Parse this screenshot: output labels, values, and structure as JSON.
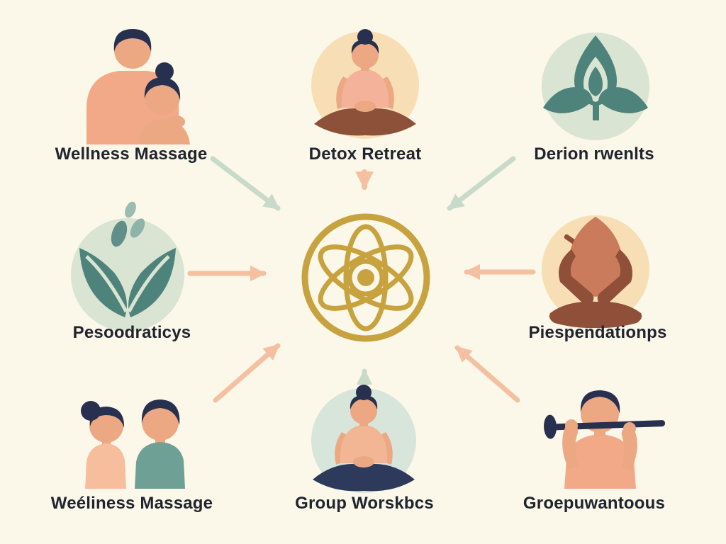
{
  "type": "wellness-services-infographic",
  "center": {
    "icon": "atom-flower-icon",
    "description": "golden atom-lotus emblem in double ring"
  },
  "nodes": [
    {
      "position": "top-left",
      "label": "Wellness Massage",
      "icon": "massage-illustration"
    },
    {
      "position": "top-center",
      "label": "Detox Retreat",
      "icon": "meditating-woman-illustration"
    },
    {
      "position": "top-right",
      "label": "Derion rwenlts",
      "icon": "lotus-flame-icon"
    },
    {
      "position": "middle-left",
      "label": "Pesoodraticys",
      "icon": "plant-leaves-icon"
    },
    {
      "position": "middle-right",
      "label": "Piespendationps",
      "icon": "abstract-meditating-figure-illustration"
    },
    {
      "position": "bottom-left",
      "label": "Weéliness Massage",
      "icon": "couple-facing-illustration"
    },
    {
      "position": "bottom-center",
      "label": "Group Worskbcs",
      "icon": "meditating-woman-illustration"
    },
    {
      "position": "bottom-right",
      "label": "Groepuwantoous",
      "icon": "man-with-shoulder-bar-illustration"
    }
  ],
  "arrows": [
    {
      "from": "top-left",
      "to": "center",
      "color_name": "sage"
    },
    {
      "from": "top-center",
      "to": "center",
      "color_name": "salmon"
    },
    {
      "from": "top-right",
      "to": "center",
      "color_name": "sage"
    },
    {
      "from": "middle-left",
      "to": "center",
      "color_name": "salmon"
    },
    {
      "from": "middle-right",
      "to": "center",
      "color_name": "salmon"
    },
    {
      "from": "bottom-left",
      "to": "center",
      "color_name": "salmon"
    },
    {
      "from": "bottom-center",
      "to": "center",
      "color_name": "sage"
    },
    {
      "from": "bottom-right",
      "to": "center",
      "color_name": "salmon"
    }
  ],
  "colors": {
    "bg": "#FBF7E9",
    "ink": "#20242E",
    "gold": "#C7A23F",
    "salmon-arrow": "#F5C0A0",
    "sage-arrow": "#C8DAC9",
    "teal": "#4E837B",
    "teal-mid": "#5F8F88",
    "teal-light": "#8FB3A9",
    "teal-lighter": "#9CBCB3",
    "circle-sage": "#D9E4D3",
    "circle-peach": "#F8DEB4",
    "circle-paleteal": "#D8E5DB",
    "skin": "#EBA883",
    "hair": "#28304F",
    "shirt-salmon": "#F2A988",
    "top-pink": "#F4B29B",
    "top-peach": "#F3B695",
    "tank-peach": "#F6BE9C",
    "legs-brown": "#8C5138",
    "terracotta": "#C97B5C",
    "terra-dark": "#8F4F38",
    "teal-shirt": "#6EA096",
    "navy-legs": "#2E3A5C"
  }
}
